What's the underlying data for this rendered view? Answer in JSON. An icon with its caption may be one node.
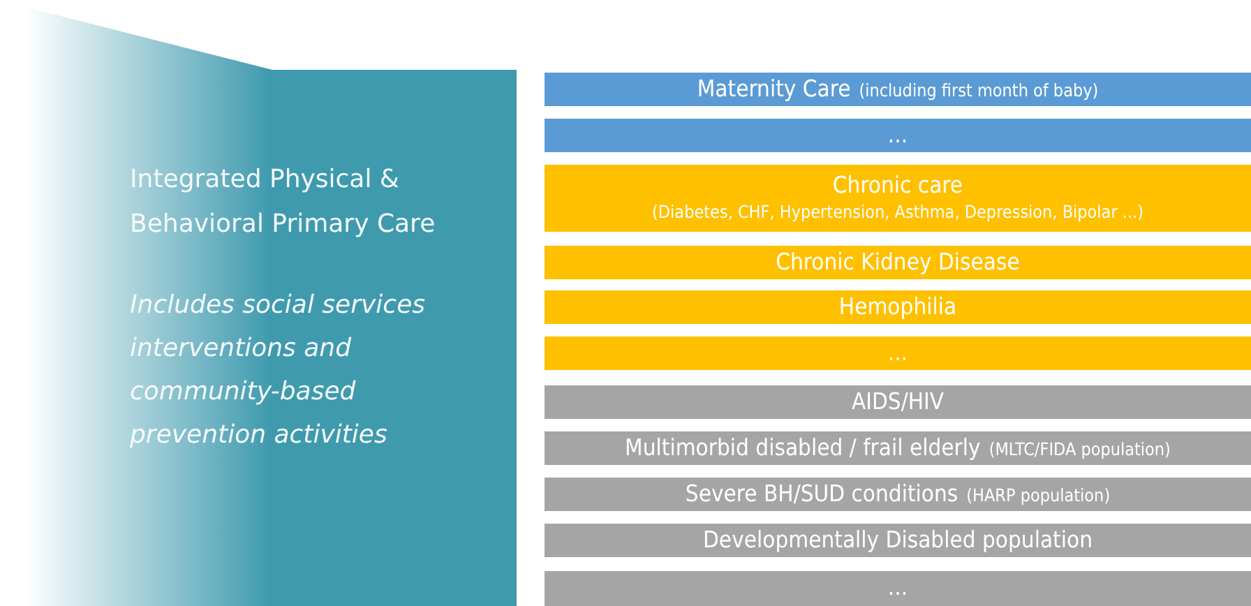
{
  "diagram": {
    "nodes": [
      {
        "text": [
          "Integrated Physical & Behavioral Primary Care",
          "Includes social services interventions and community-based prevention activities"
        ]
      },
      {
        "text": [
          "Maternity Care",
          "(including first month of baby)"
        ]
      },
      {
        "text": [
          "..."
        ]
      },
      {
        "text": [
          "Chronic care",
          "(Diabetes, CHF, Hypertension, Asthma, Depression, Bipolar ...)"
        ]
      },
      {
        "text": [
          "Chronic Kidney Disease"
        ]
      },
      {
        "text": [
          "Hemophilia"
        ]
      },
      {
        "text": [
          "..."
        ]
      },
      {
        "text": [
          "AIDS/HIV"
        ]
      },
      {
        "text": [
          "Multimorbid disabled / frail elderly",
          "(MLTC/FIDA population)"
        ]
      },
      {
        "text": [
          "Severe BH/SUD conditions",
          "(HARP population)"
        ]
      },
      {
        "text": [
          "Developmentally Disabled population"
        ]
      },
      {
        "text": [
          "..."
        ]
      }
    ]
  }
}
